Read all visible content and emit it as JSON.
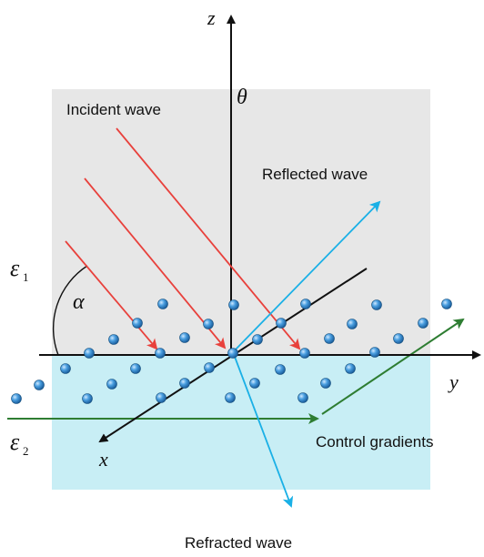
{
  "labels": {
    "incident": "Incident wave",
    "reflected": "Reflected wave",
    "refracted": "Refracted wave",
    "control": "Control gradients"
  },
  "symbols": {
    "z_axis": "z",
    "y_axis": "y",
    "x_axis": "x",
    "theta": "θ",
    "alpha": "α",
    "eps": "ε",
    "eps1_sub": "1",
    "eps2_sub": "2"
  },
  "colors": {
    "upper_medium": "#e7e7e7",
    "lower_medium": "#c8eef5",
    "incident": "#e8413c",
    "reflected_refracted": "#1ab0e6",
    "control": "#2e7d32",
    "particle": "#2b7fc4",
    "axis": "#111111"
  }
}
